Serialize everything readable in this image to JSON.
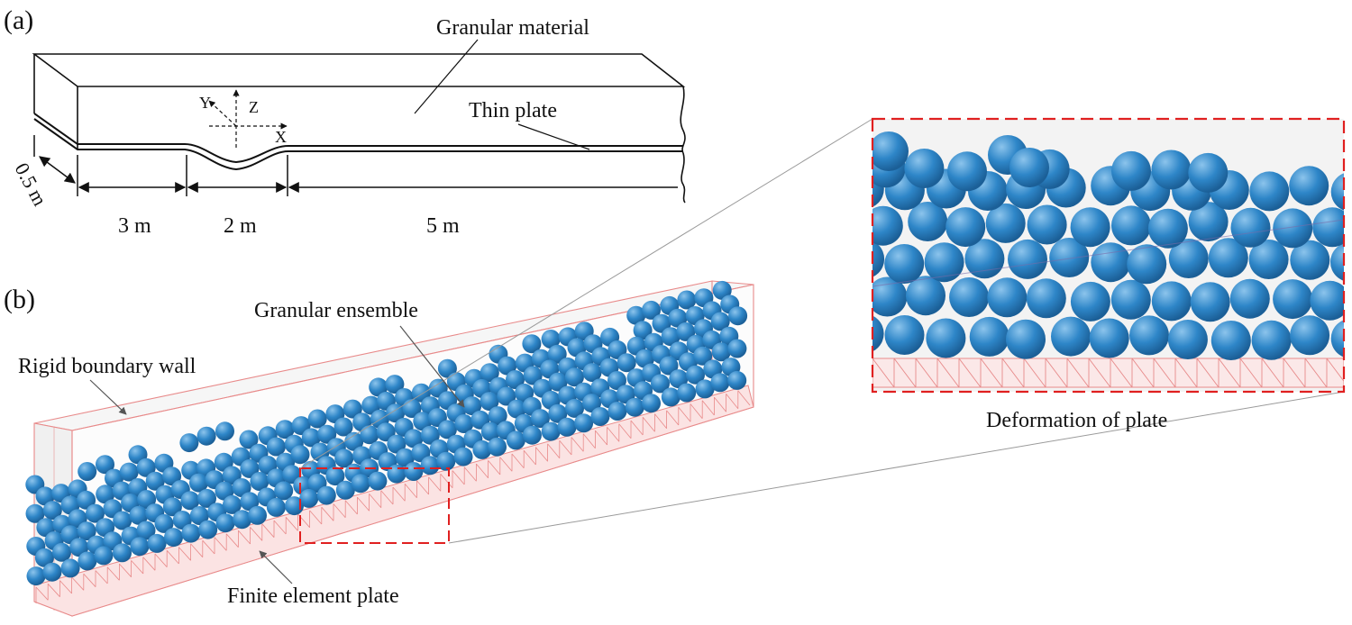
{
  "panel_a": {
    "tag": "(a)",
    "granular_label": "Granular material",
    "plate_label": "Thin plate",
    "axis_x": "X",
    "axis_y": "Y",
    "axis_z": "Z",
    "width_dim": "0.5 m",
    "dims": [
      "3 m",
      "2 m",
      "5 m"
    ]
  },
  "panel_b": {
    "tag": "(b)",
    "ensemble_label": "Granular ensemble",
    "wall_label": "Rigid boundary wall",
    "plate_label": "Finite element plate"
  },
  "zoom": {
    "caption": "Deformation of  plate"
  },
  "colors": {
    "particle": "#2e86c8",
    "particle_dark": "#1b5f97",
    "particle_light": "#8cc4ec",
    "boundary": "#e88a8a",
    "highlight_box": "#e02020",
    "line": "#111111"
  }
}
